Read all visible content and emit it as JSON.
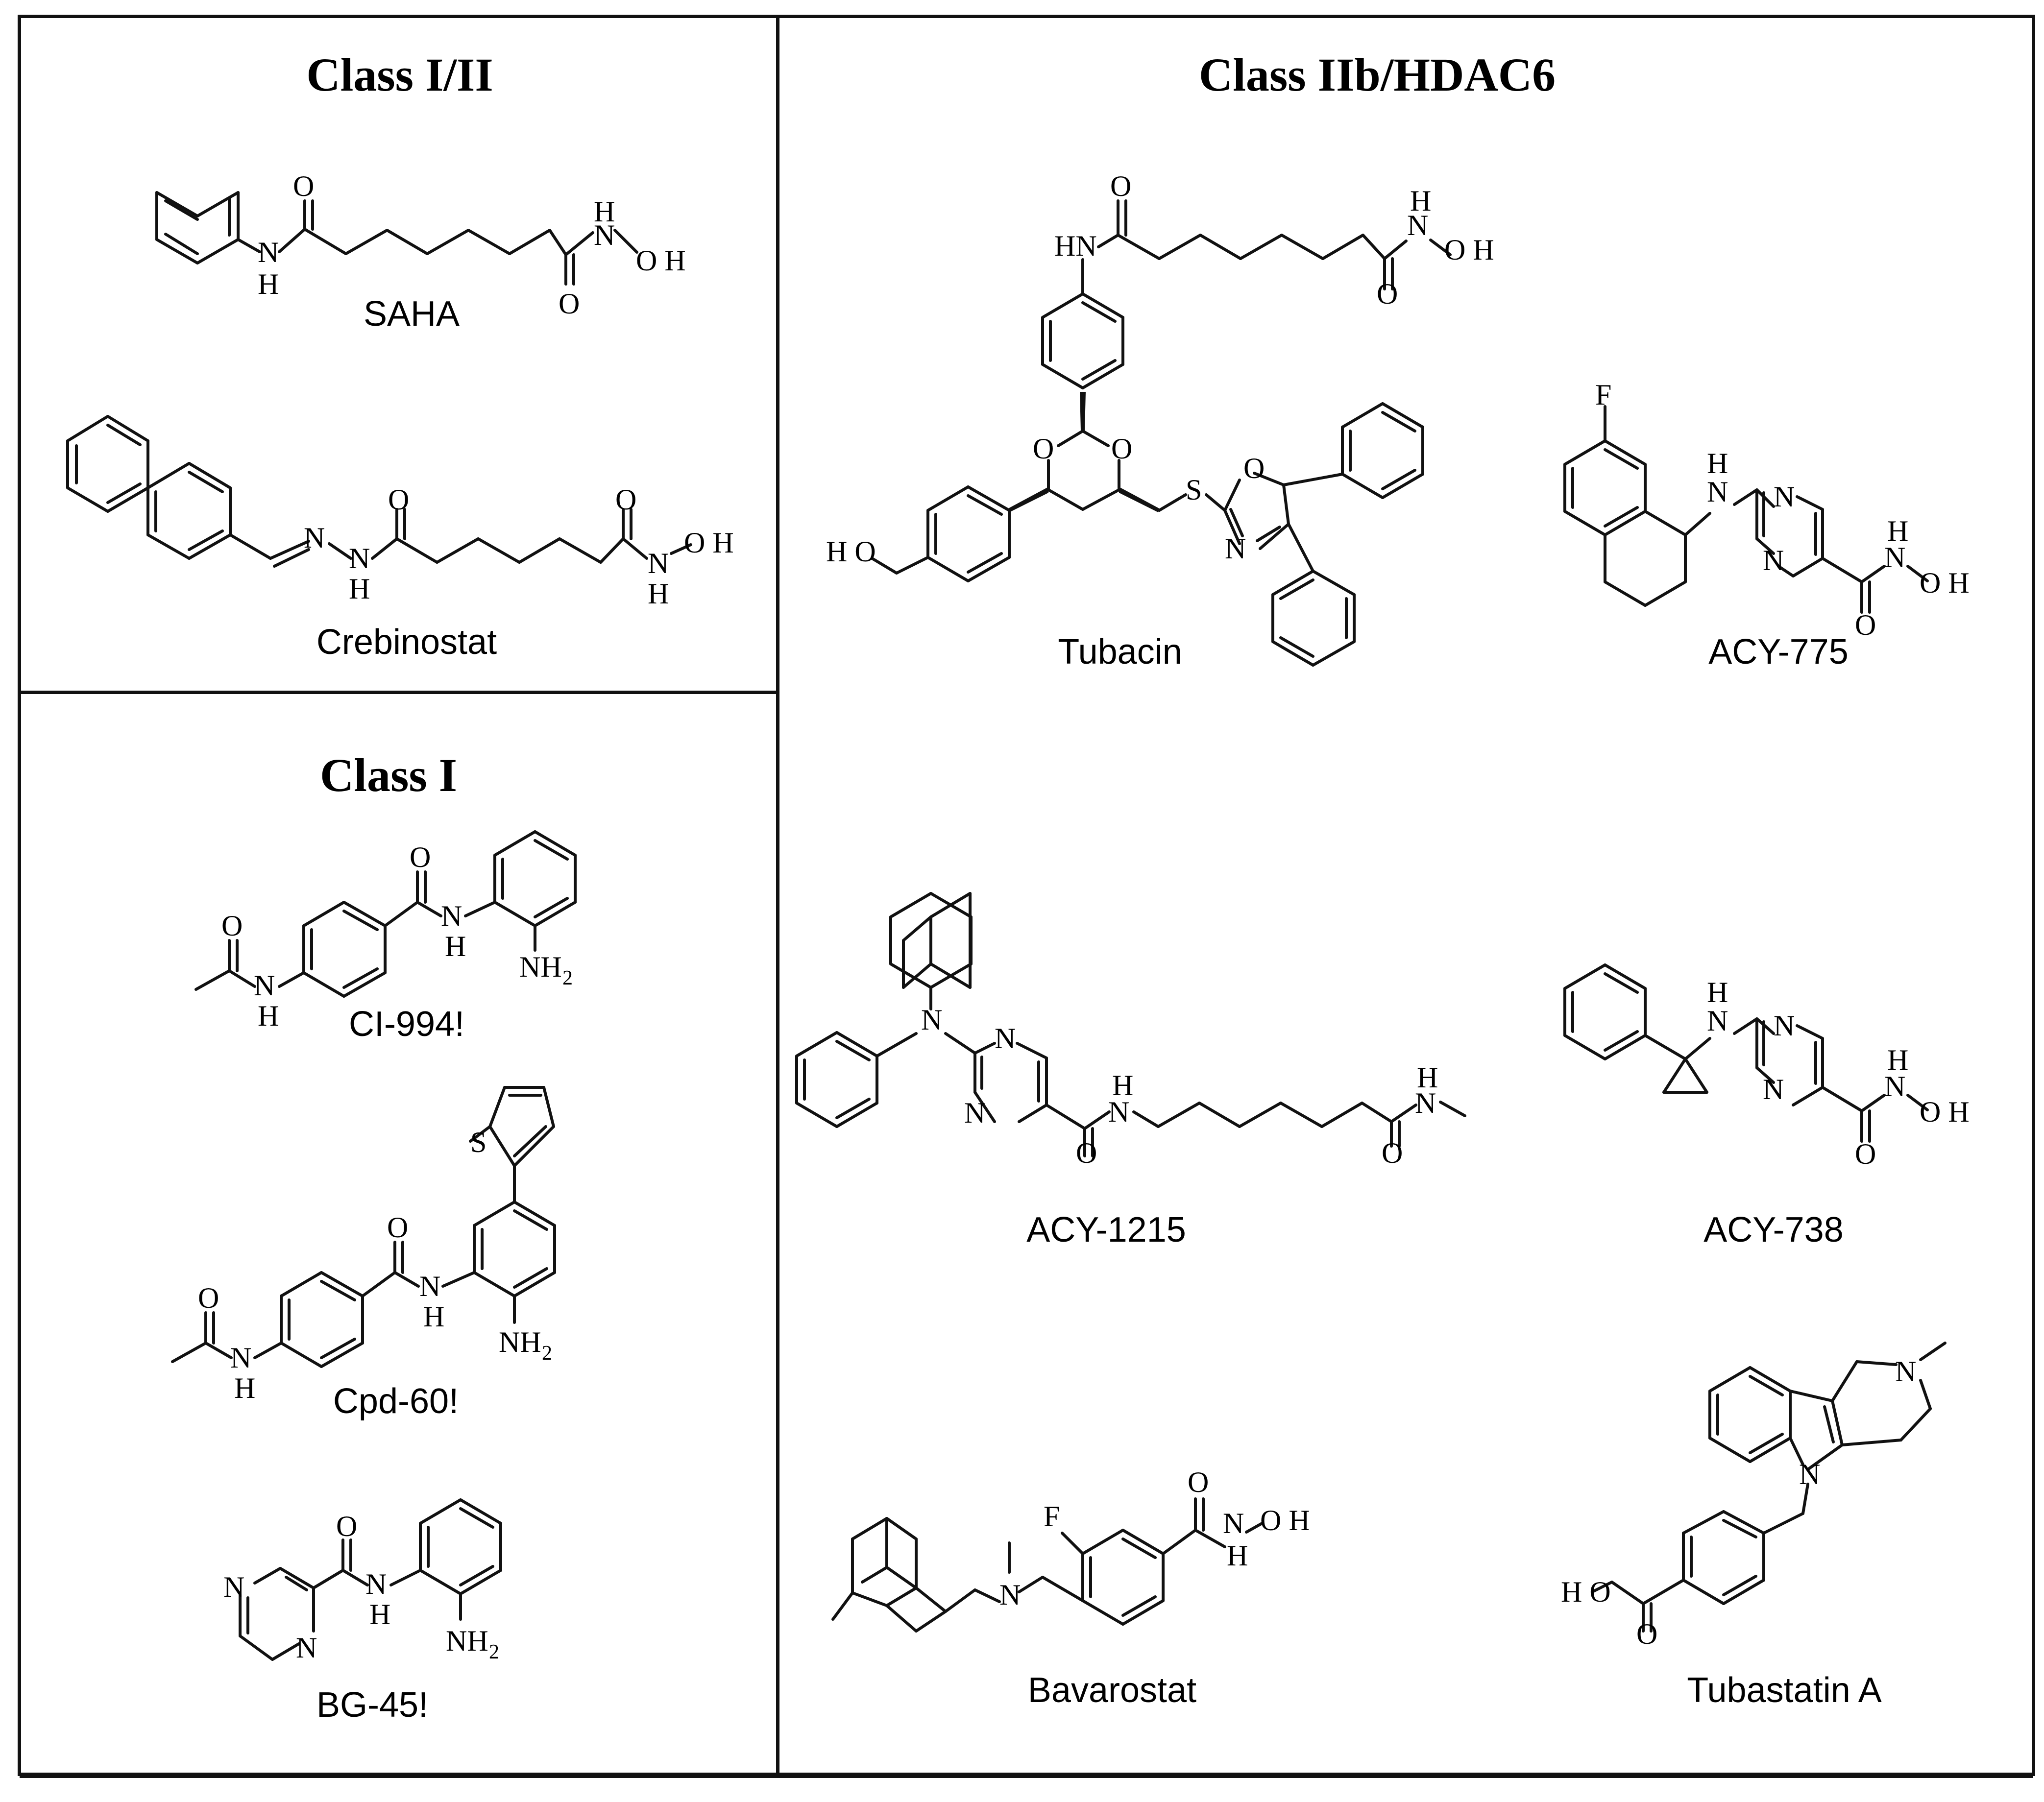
{
  "panels": {
    "class_1_2": "Class I/II",
    "class_1": "Class I",
    "class_2b": "Class IIb/HDAC6"
  },
  "compounds": {
    "saha": "SAHA",
    "crebinostat": "Crebinostat",
    "ci994": "CI-994!",
    "cpd60": "Cpd-60!",
    "bg45": "BG-45!",
    "tubacin": "Tubacin",
    "acy775": "ACY-775",
    "acy1215": "ACY-1215",
    "acy738": "ACY-738",
    "bavarostat": "Bavarostat",
    "tubastatin": "Tubastatin A"
  },
  "atoms": {
    "O": "O",
    "N": "N",
    "H": "H",
    "S": "S",
    "F": "F",
    "NH": "NH",
    "HN": "HN",
    "OH": "O H",
    "HO": "HO",
    "HO2": "H O",
    "NH2": "NH",
    "sub2": "2"
  }
}
